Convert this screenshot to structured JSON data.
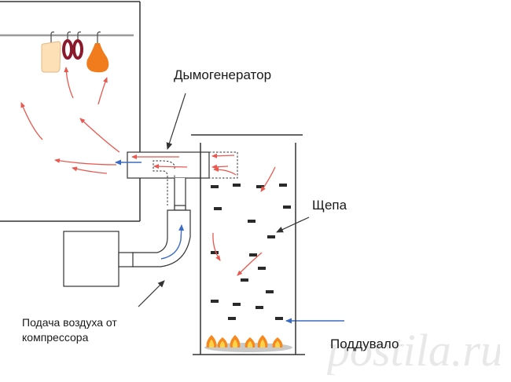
{
  "labels": {
    "smoke_generator": "Дымогенератор",
    "wood_chips": "Щепа",
    "air_supply": "Подача воздуха от компрессора",
    "air_inlet": "Поддувало"
  },
  "watermark": {
    "text": "postila.ru",
    "color": "#e8e8e8",
    "icon": "postila-logo-icon"
  },
  "colors": {
    "outline": "#333333",
    "smoke_arrow": "#e8584f",
    "air_arrow": "#3b6bc4",
    "chip": "#2a2a2a",
    "flame_orange": "#f5891f",
    "flame_yellow": "#ffd24a",
    "ash": "#c9c9c9",
    "sausage_light": "#fde0b5",
    "sausage_dark": "#8b1a2c",
    "meat": "#f07c1e"
  }
}
